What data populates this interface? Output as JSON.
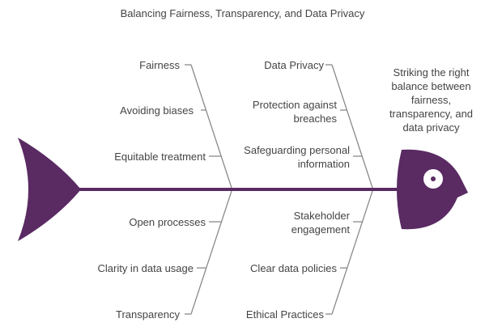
{
  "title": "Balancing Fairness, Transparency, and Data Privacy",
  "effect": "Striking the right balance between fairness, transparency, and data privacy",
  "colors": {
    "fish": "#5a2a63",
    "bone_line": "#8a8a8a",
    "text": "#444444"
  },
  "categories": {
    "top_left": {
      "name": "Fairness",
      "causes": [
        "Avoiding biases",
        "Equitable treatment"
      ]
    },
    "top_right": {
      "name": "Data Privacy",
      "causes": [
        "Protection against breaches",
        "Safeguarding personal information"
      ]
    },
    "bottom_left": {
      "name": "Transparency",
      "causes": [
        "Open processes",
        "Clarity in data usage"
      ]
    },
    "bottom_right": {
      "name": "Ethical Practices",
      "causes": [
        "Stakeholder engagement",
        "Clear data policies"
      ]
    }
  }
}
